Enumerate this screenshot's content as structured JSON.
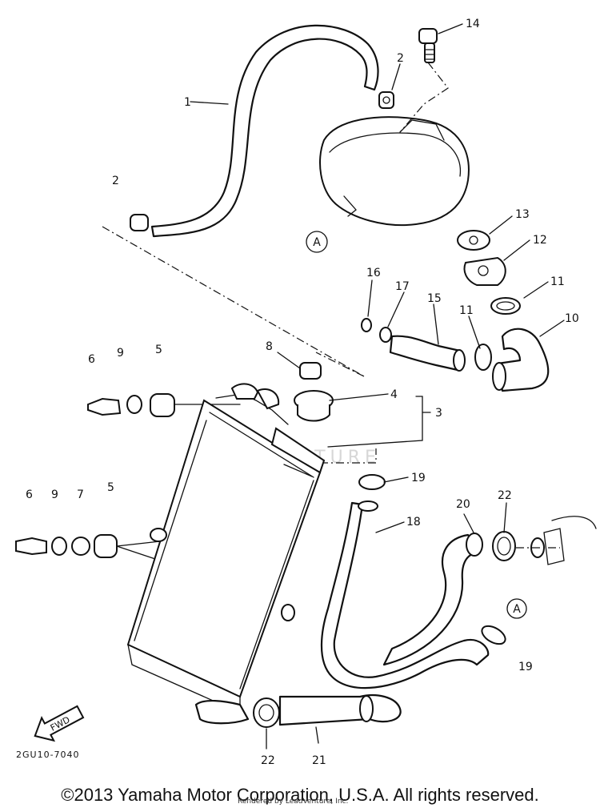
{
  "diagram": {
    "callouts": {
      "c1": "1",
      "c2a": "2",
      "c2b": "2",
      "c3": "3",
      "c4": "4",
      "c5a": "5",
      "c5b": "5",
      "c6a": "6",
      "c6b": "6",
      "c7": "7",
      "c8": "8",
      "c9a": "9",
      "c9b": "9",
      "c10": "10",
      "c11a": "11",
      "c11b": "11",
      "c12": "12",
      "c13": "13",
      "c14": "14",
      "c15": "15",
      "c16": "16",
      "c17": "17",
      "c18": "18",
      "c19a": "19",
      "c19b": "19",
      "c20": "20",
      "c21": "21",
      "c22a": "22",
      "c22b": "22"
    },
    "markers": {
      "a_top": "A",
      "a_right": "A"
    },
    "fwd_label": "FWD",
    "drawing_code": "2GU10-7040",
    "watermark": "LEADVENTURE"
  },
  "footer": {
    "copyright": "©2013 Yamaha Motor Corporation, U.S.A. All rights reserved.",
    "rendered_by": "Rendered by LeadVenture, Inc."
  }
}
